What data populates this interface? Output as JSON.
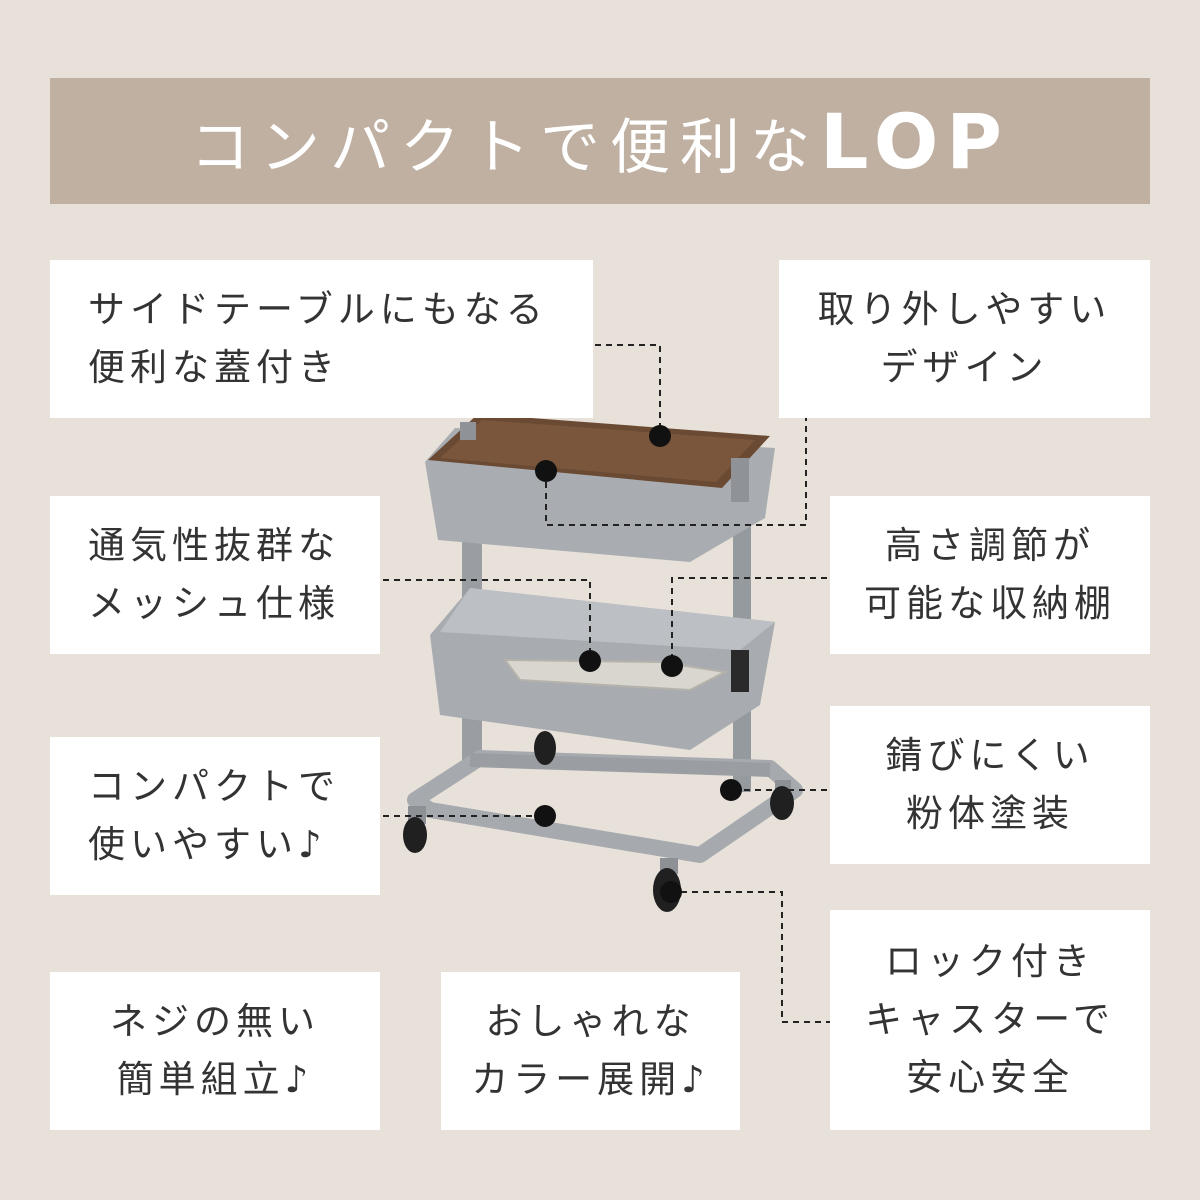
{
  "header": {
    "title_prefix": "コンパクトで便利な",
    "brand": "LOP"
  },
  "features": {
    "side_table_lid": [
      "サイドテーブルにもなる",
      "便利な蓋付き"
    ],
    "removable_design": [
      "取り外しやすい",
      "デザイン"
    ],
    "mesh_spec": [
      "通気性抜群な",
      "メッシュ仕様"
    ],
    "adjustable_shelf": [
      "高さ調節が",
      "可能な収納棚"
    ],
    "compact": [
      "コンパクトで",
      "使いやすい♪"
    ],
    "powder_coating": [
      "錆びにくい",
      "粉体塗装"
    ],
    "lock_casters": [
      "ロック付き",
      "キャスターで",
      "安心安全"
    ],
    "screwless": [
      "ネジの無い",
      "簡単組立♪"
    ],
    "colors": [
      "おしゃれな",
      "カラー展開♪"
    ]
  },
  "colors": {
    "background": "#e7e1d9",
    "banner": "#bfb0a2",
    "card": "#ffffff",
    "text": "#333333",
    "cart_gray": "#a3a7ab",
    "lid_wood": "#6b4a33"
  }
}
